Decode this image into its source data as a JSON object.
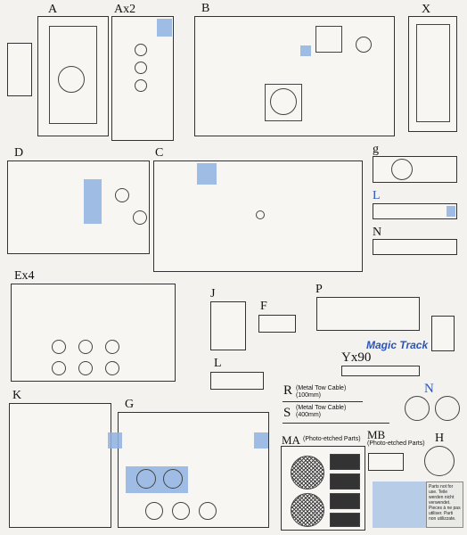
{
  "sprues": {
    "a": "A",
    "ax2": "Ax2",
    "b": "B",
    "x": "X",
    "d": "D",
    "c": "C",
    "g_small": "g",
    "l": "L",
    "n_small": "N",
    "ex4": "Ex4",
    "j": "J",
    "f": "F",
    "p": "P",
    "yx90": "Yx90",
    "l2": "L",
    "r": "R",
    "s": "S",
    "n_blue": "N",
    "k": "K",
    "g": "G",
    "ma": "MA",
    "mb": "MB",
    "h": "H"
  },
  "notes": {
    "r_desc": "(Metal Tow Cable) (100mm)",
    "s_desc": "(Metal Tow Cable) (400mm)",
    "ma_desc": "(Photo-etched Parts)",
    "mb_desc": "(Photo-etched Parts)",
    "logo": "Magic Track",
    "notice": "Parts not for use. Teile werden nicht verwendet. Pieces à ne pas utiliser. Parti non utilizzate."
  },
  "colors": {
    "highlight": "#8fb2e0",
    "label_blue": "#2b54b7"
  }
}
